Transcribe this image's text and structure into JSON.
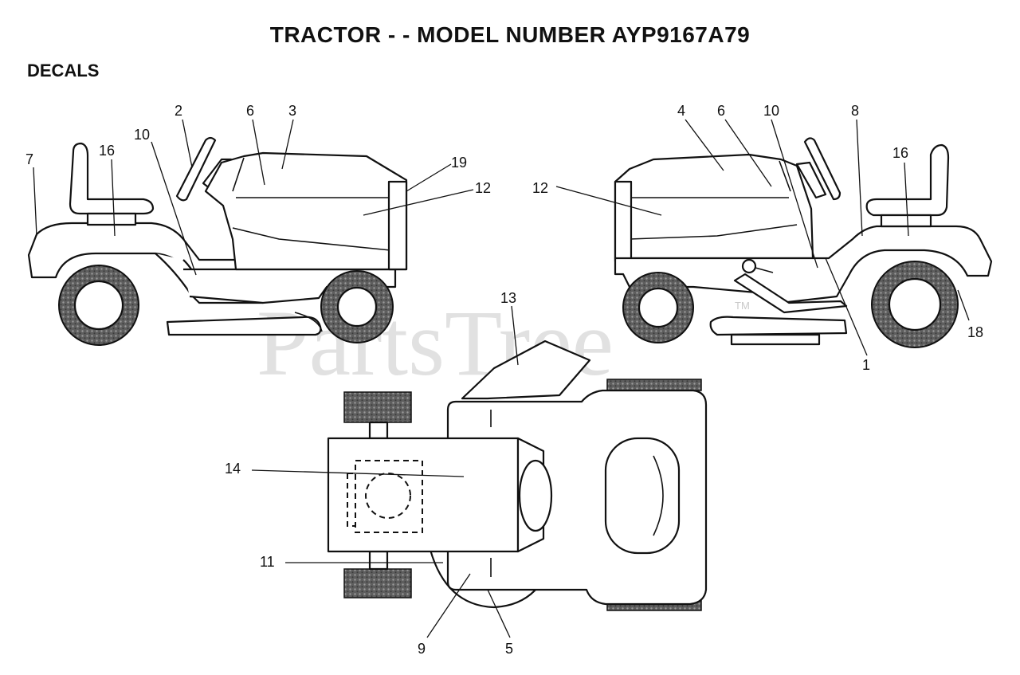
{
  "title": "TRACTOR - - MODEL NUMBER AYP9167A79",
  "section": "DECALS",
  "watermark": "PartsTree",
  "watermark_mark": "TM",
  "colors": {
    "ink": "#111111",
    "tire": "#6d6d6d",
    "watermark": "#c9c9c9"
  },
  "callouts": {
    "c1": "1",
    "c2": "2",
    "c3": "3",
    "c4": "4",
    "c5": "5",
    "c6": "6",
    "c7": "7",
    "c8": "8",
    "c9": "9",
    "c10": "10",
    "c11": "11",
    "c12": "12",
    "c13": "13",
    "c14": "14",
    "c16": "16",
    "c18": "18",
    "c19": "19"
  }
}
